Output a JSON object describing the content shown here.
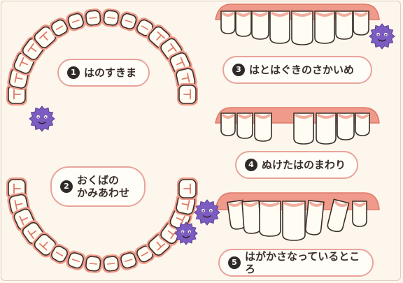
{
  "steps": [
    {
      "number": "1",
      "label": "はのすきま"
    },
    {
      "number": "2",
      "label_lines": [
        "おくばの",
        "かみあわせ"
      ]
    },
    {
      "number": "3",
      "label": "はとはぐきのさかいめ"
    },
    {
      "number": "4",
      "label": "ぬけたはのまわり"
    },
    {
      "number": "5",
      "label": "はがかさなっているところ"
    }
  ],
  "colors": {
    "gum": "#ef9a8a",
    "gum_dark": "#e07a6a",
    "tooth": "#fffdf3",
    "outline": "#3a2f2a",
    "germ": "#7c5cc0",
    "bubble_border": "#e8a39a",
    "background": "#fdf6ec"
  },
  "icons": [
    "purple-germ-icon"
  ]
}
